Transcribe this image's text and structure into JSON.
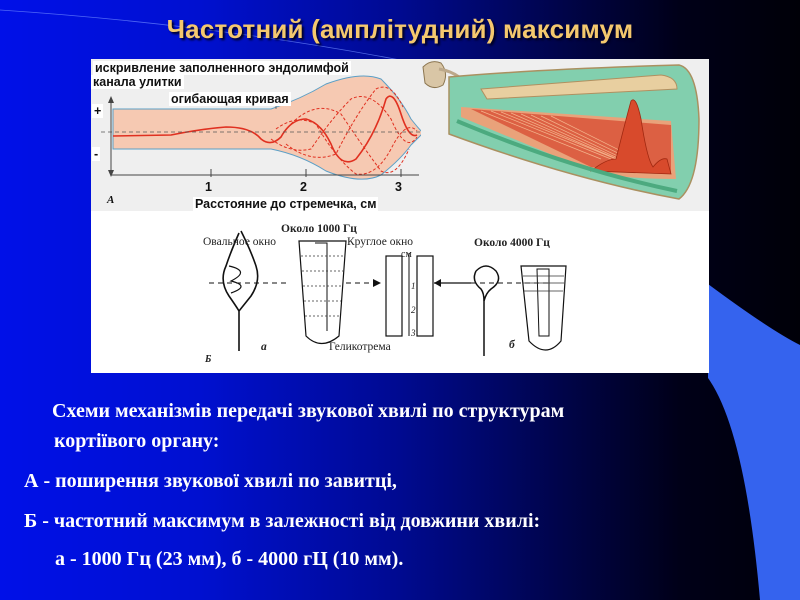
{
  "slide": {
    "title": "Частотний (амплітудний) максимум",
    "colors": {
      "title": "#f4c86e",
      "background_left": "#0010e8",
      "background_right": "#000008",
      "accent_arc": "#3366ee",
      "body_text": "#ffffff"
    }
  },
  "figure_a": {
    "heading_line1": "искривление заполненного эндолимфой",
    "heading_line2": "канала улитки",
    "envelope_label": "огибающая кривая",
    "plus_sign": "+",
    "minus_sign": "-",
    "panel_letter": "А",
    "x_ticks": [
      "1",
      "2",
      "3"
    ],
    "x_axis_label": "Расстояние до стремечка, см"
  },
  "figure_b": {
    "freq_low_label": "Около 1000 Гц",
    "oval_window_label": "Овальное окно",
    "round_window_label": "Круглое окно",
    "scale_unit": "см",
    "scale_ticks": [
      "1",
      "2",
      "3"
    ],
    "freq_high_label": "Около 4000 Гц",
    "helicotrema_label": "Геликотрема",
    "sub_a": "а",
    "sub_b": "б",
    "panel_letter": "Б"
  },
  "caption": {
    "line1": "Схеми механізмів передачі звукової хвилі по структурам",
    "line2": "кортіївого органу:",
    "line3": "А - поширення звукової хвилі по завитці,",
    "line4": "Б - частотний максимум в залежності від довжини хвилі:",
    "line5": "а - 1000 Гц (23 мм), б - 4000 гЦ (10 мм)."
  }
}
